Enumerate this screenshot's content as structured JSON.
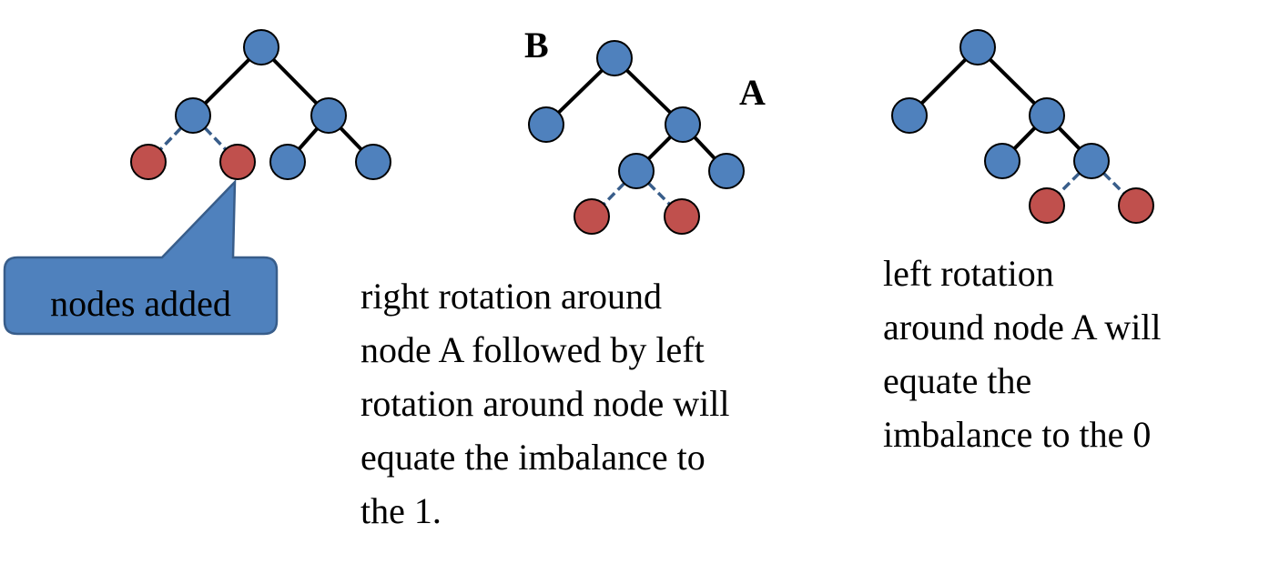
{
  "colors": {
    "existing_node": "#4f81bd",
    "added_node": "#c0504d",
    "node_stroke": "#000000",
    "solid_edge": "#000000",
    "dashed_edge": "#385d8a",
    "callout_fill": "#4f81bd",
    "callout_stroke": "#385d8a"
  },
  "callout": {
    "text": "nodes added"
  },
  "labels": {
    "b": "B",
    "a": "A"
  },
  "captions": {
    "middle": [
      "right rotation around",
      "node A followed by left",
      "rotation around node will",
      "equate the imbalance  to",
      "the 1."
    ],
    "right": [
      "left rotation",
      "around node A will",
      "equate the",
      "imbalance  to the 0"
    ]
  }
}
